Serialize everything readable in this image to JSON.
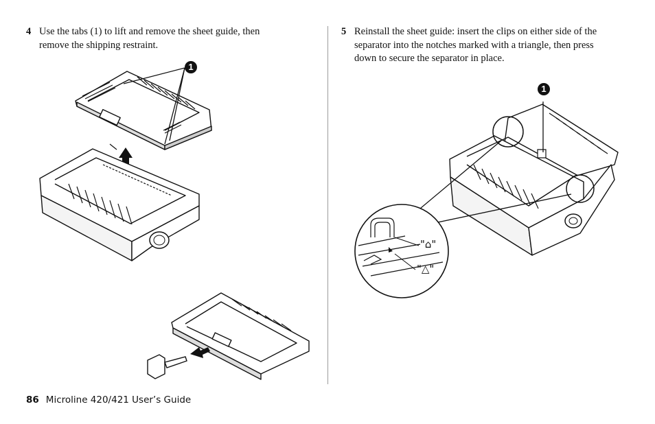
{
  "steps": {
    "step4": {
      "number": "4",
      "line1": "Use the tabs (1) to lift and remove the sheet guide, then",
      "line2": "remove the shipping restraint."
    },
    "step5": {
      "number": "5",
      "line1": "Reinstall the sheet guide: insert the clips on either side of the",
      "line2": "separator into the notches marked with a triangle, then press",
      "line3": "down to secure the separator in place."
    }
  },
  "callouts": {
    "tab_marker": "1",
    "clip_marker": "1",
    "notch_symbol_upper": "\"⌂\"",
    "notch_symbol_lower": "\"△\""
  },
  "footer": {
    "page_number": "86",
    "title": "Microline 420/421 User’s Guide"
  }
}
